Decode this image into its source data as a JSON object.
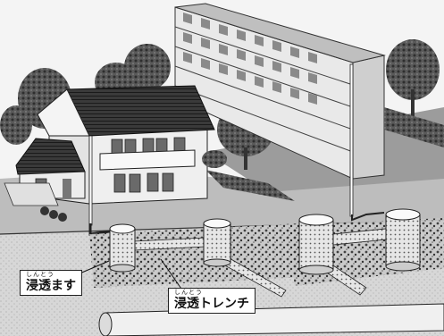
{
  "labels": {
    "infiltration_basin": {
      "ruby": "しんとう",
      "text": "浸透ます"
    },
    "infiltration_trench": {
      "ruby": "しんとう",
      "text": "浸透トレンチ"
    }
  }
}
